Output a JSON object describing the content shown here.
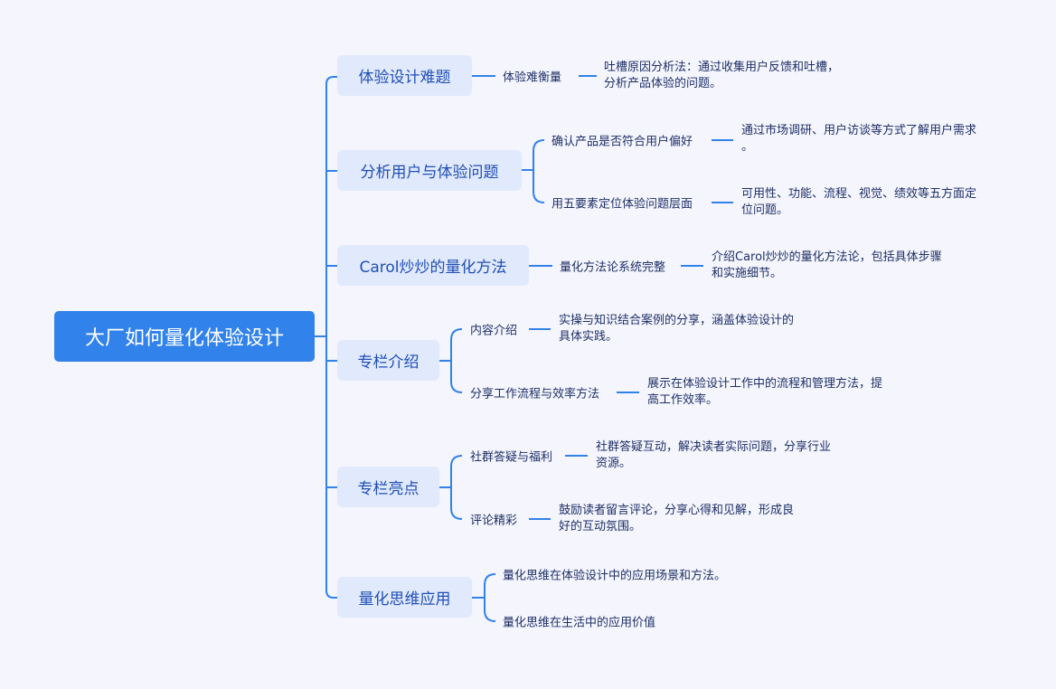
{
  "root": "大厂如何量化体验设计",
  "branches": [
    {
      "label": "体验设计难题",
      "subs": [
        {
          "label": "体验难衡量",
          "leaf": [
            "吐槽原因分析法：通过收集用户反馈和吐槽，",
            "分析产品体验的问题。"
          ]
        }
      ]
    },
    {
      "label": "分析用户与体验问题",
      "subs": [
        {
          "label": "确认产品是否符合用户偏好",
          "leaf": [
            "通过市场调研、用户访谈等方式了解用户需求",
            "。"
          ]
        },
        {
          "label": "用五要素定位体验问题层面",
          "leaf": [
            "可用性、功能、流程、视觉、绩效等五方面定",
            "位问题。"
          ]
        }
      ]
    },
    {
      "label": "Carol炒炒的量化方法",
      "subs": [
        {
          "label": "量化方法论系统完整",
          "leaf": [
            "介绍Carol炒炒的量化方法论，包括具体步骤",
            "和实施细节。"
          ]
        }
      ]
    },
    {
      "label": "专栏介绍",
      "subs": [
        {
          "label": "内容介绍",
          "leaf": [
            "实操与知识结合案例的分享，涵盖体验设计的",
            "具体实践。"
          ]
        },
        {
          "label": "分享工作流程与效率方法",
          "leaf": [
            "展示在体验设计工作中的流程和管理方法，提",
            "高工作效率。"
          ]
        }
      ]
    },
    {
      "label": "专栏亮点",
      "subs": [
        {
          "label": "社群答疑与福利",
          "leaf": [
            "社群答疑互动，解决读者实际问题，分享行业",
            "资源。"
          ]
        },
        {
          "label": "评论精彩",
          "leaf": [
            "鼓励读者留言评论，分享心得和见解，形成良",
            "好的互动氛围。"
          ]
        }
      ]
    },
    {
      "label": "量化思维应用",
      "subs": [
        {
          "label": "量化思维在体验设计中的应用场景和方法。"
        },
        {
          "label": "量化思维在生活中的应用价值"
        }
      ]
    }
  ],
  "colors": {
    "root": "#3182ea",
    "branch_bg": "#e1e9fc",
    "line": "#3182ea",
    "background": "#f4f5fd"
  }
}
